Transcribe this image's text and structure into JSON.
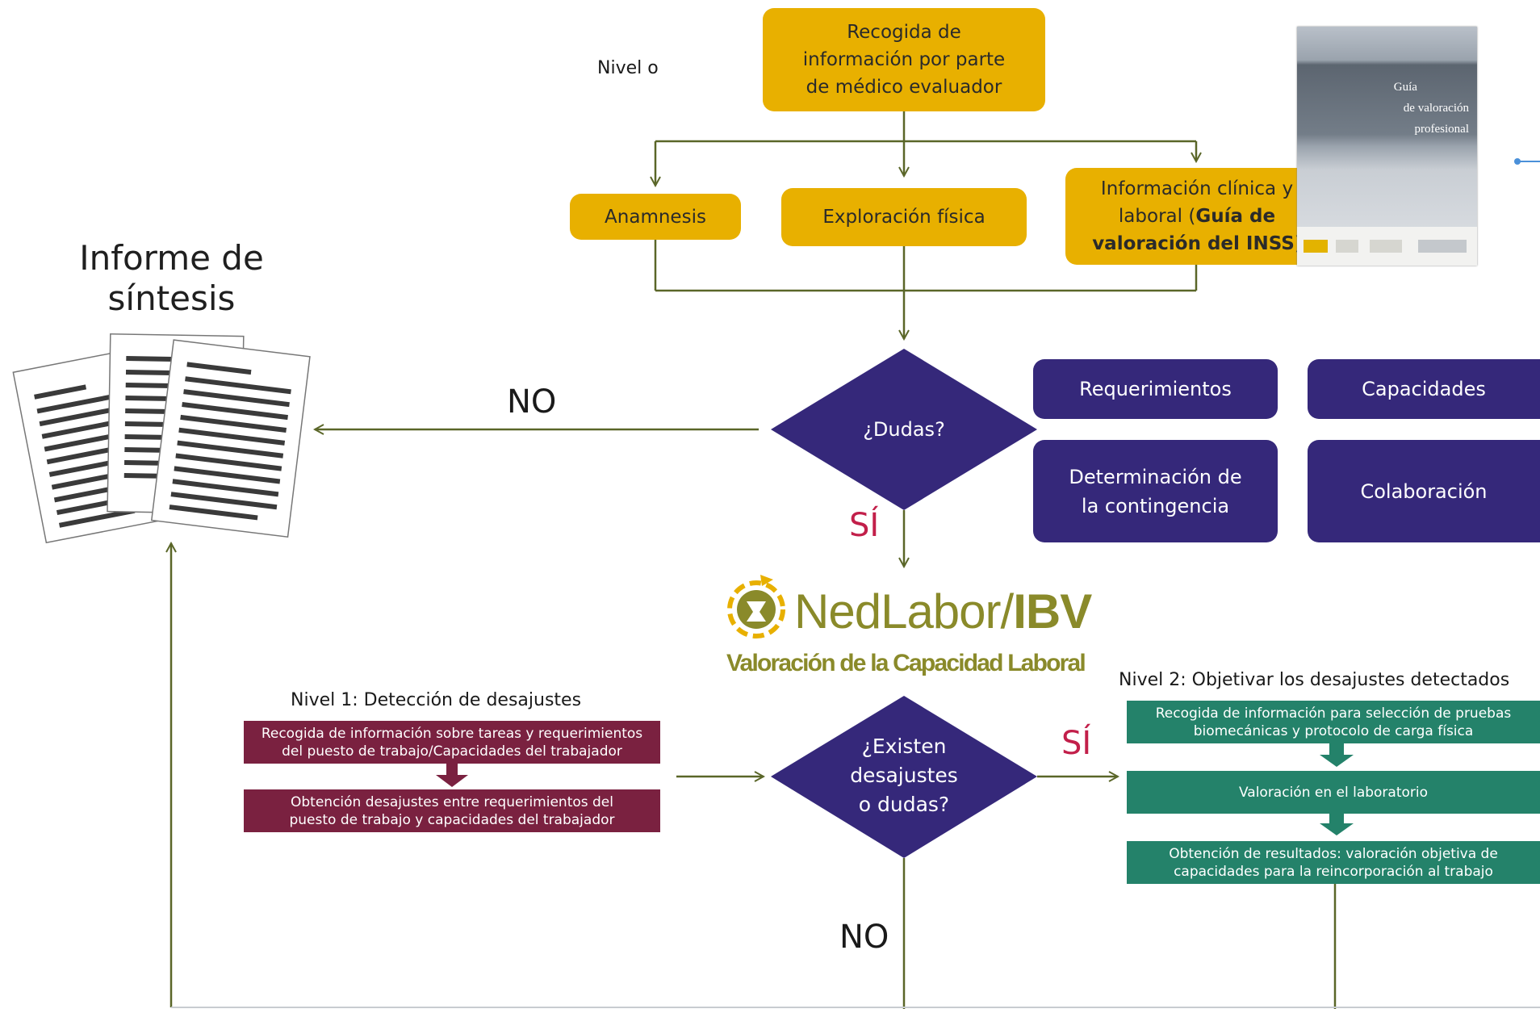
{
  "level0": {
    "label": "Nivel o",
    "top_box": [
      "Recogida de",
      "información por parte",
      "de médico evaluador"
    ],
    "anamnesis": "Anamnesis",
    "exploracion": "Exploración física",
    "clinica_line1": "Información clínica y",
    "clinica_line2_pre": "laboral (",
    "clinica_line2_bold": "Guía de",
    "clinica_line3_bold": "valoración del INSS",
    "clinica_line3_post": ")"
  },
  "guide_cover": {
    "title_lines": [
      "Guía",
      "de valoración",
      "profesional"
    ]
  },
  "report": {
    "title_lines": [
      "Informe de",
      "síntesis"
    ]
  },
  "decision1": {
    "question": "¿Dudas?",
    "no_label": "NO",
    "yes_label": "SÍ"
  },
  "areas": {
    "requerimientos": "Requerimientos",
    "capacidades": "Capacidades",
    "determinacion": [
      "Determinación de",
      "la contingencia"
    ],
    "colaboracion": "Colaboración"
  },
  "logo": {
    "name_part1": "NedLabor",
    "name_part2": "IBV",
    "subtitle": "Valoración de la Capacidad Laboral"
  },
  "level1": {
    "heading": "Nivel 1: Detección de desajustes",
    "box1": [
      "Recogida de información sobre tareas y requerimientos",
      "del puesto de trabajo/Capacidades del trabajador"
    ],
    "box2": [
      "Obtención desajustes entre requerimientos del",
      "puesto de trabajo y capacidades del trabajador"
    ]
  },
  "decision2": {
    "question": [
      "¿Existen",
      "desajustes",
      "o dudas?"
    ],
    "yes_label": "SÍ",
    "no_label": "NO"
  },
  "level2": {
    "heading": "Nivel 2: Objetivar los desajustes detectados",
    "box1": [
      "Recogida de información para selección de pruebas",
      "biomecánicas y protocolo de carga física"
    ],
    "box2": "Valoración en el laboratorio",
    "box3": [
      "Obtención de resultados: valoración objetiva de",
      "capacidades para la reincorporación al trabajo"
    ]
  },
  "colors": {
    "gold": "#e8b000",
    "purple": "#35287a",
    "maroon": "#7a2140",
    "teal": "#24826a",
    "olive_line": "#5a6628",
    "red_label": "#c21f4a",
    "logo_olive": "#8a8a2a"
  }
}
